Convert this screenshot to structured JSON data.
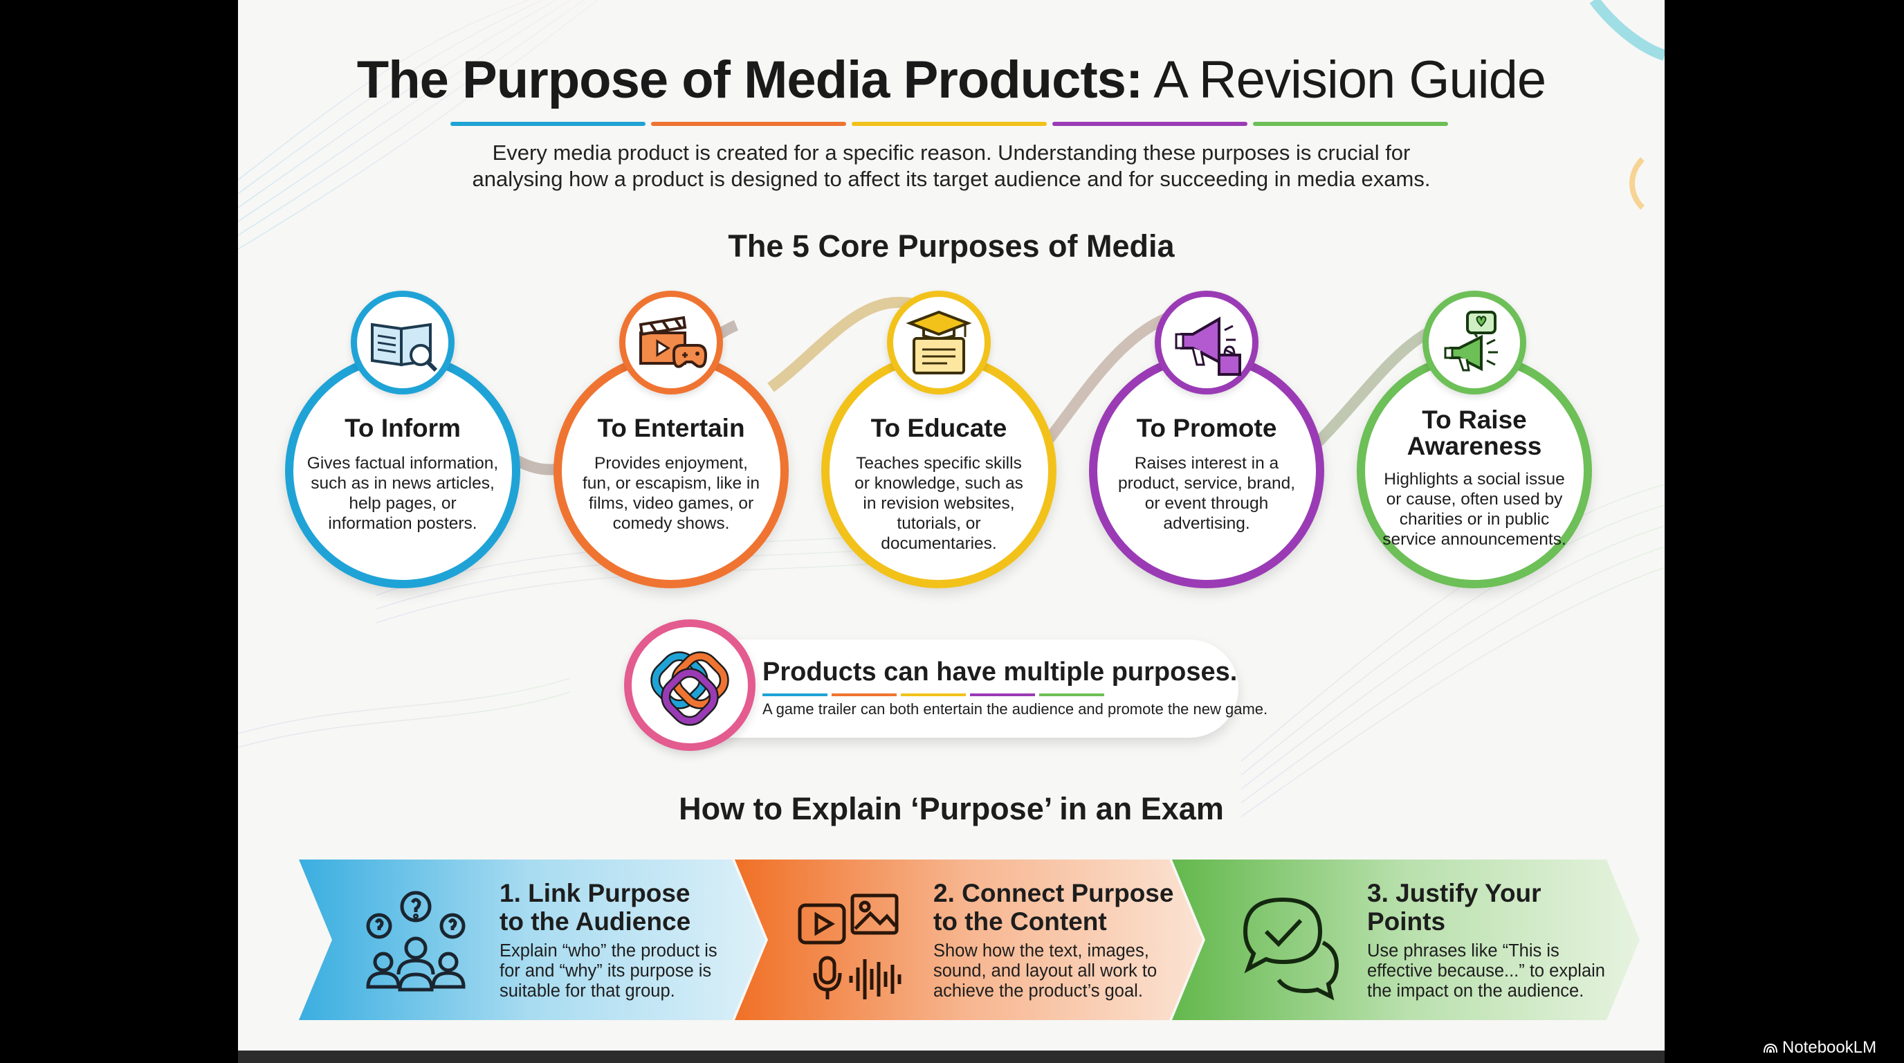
{
  "header": {
    "title_bold": "The Purpose of Media Products:",
    "title_light": "A Revision Guide",
    "intro_line1": "Every media product is created for a specific reason. Understanding these purposes is crucial for",
    "intro_line2": "analysing how a product is designed to affect its target audience and for succeeding in media exams."
  },
  "purposes_section": {
    "heading": "The 5 Core Purposes of Media",
    "items": [
      {
        "title": "To Inform",
        "icon": "open-book-magnifier-icon",
        "color": "#1fa3d6",
        "desc": [
          "Gives factual information,",
          "such as in news articles,",
          "help pages, or",
          "information posters."
        ]
      },
      {
        "title": "To Entertain",
        "icon": "clapperboard-gamepad-icon",
        "color": "#ef7432",
        "desc": [
          "Provides enjoyment,",
          "fun, or escapism, like in",
          "films, video games, or",
          "comedy shows."
        ]
      },
      {
        "title": "To Educate",
        "icon": "graduation-cap-screen-icon",
        "color": "#f2c21b",
        "desc": [
          "Teaches specific skills",
          "or knowledge, such as",
          "in revision websites,",
          "tutorials, or",
          "documentaries."
        ]
      },
      {
        "title": "To Promote",
        "icon": "megaphone-shopping-bag-icon",
        "color": "#9a3bb5",
        "desc": [
          "Raises interest in a",
          "product, service, brand,",
          "or event through",
          "advertising."
        ]
      },
      {
        "title_lines": [
          "To Raise",
          "Awareness"
        ],
        "icon": "megaphone-heart-icon",
        "color": "#6dbf57",
        "desc": [
          "Highlights a social issue",
          "or cause, often used by",
          "charities or in public",
          "service announcements."
        ]
      }
    ]
  },
  "multiple": {
    "title": "Products can have multiple purposes.",
    "desc": "A game trailer can both entertain the audience and promote the new game.",
    "icon": "interlocking-rings-icon"
  },
  "exam_section": {
    "heading": "How to Explain ‘Purpose’ in an Exam",
    "steps": [
      {
        "title_lines": [
          "1. Link Purpose",
          "to the Audience"
        ],
        "icon": "audience-question-icon",
        "color": "#3aaee0",
        "desc": [
          "Explain “who” the product is",
          "for and “why” its purpose is",
          "suitable for that group."
        ]
      },
      {
        "title_lines": [
          "2. Connect Purpose",
          "to the Content"
        ],
        "icon": "media-content-icon",
        "color": "#f17b3a",
        "desc": [
          "Show how the text, images,",
          "sound, and layout all work to",
          "achieve the product’s goal."
        ]
      },
      {
        "title_lines": [
          "3. Justify Your",
          "Points"
        ],
        "icon": "speech-bubble-check-icon",
        "color": "#6dbd55",
        "desc": [
          "Use phrases like “This is",
          "effective because...” to explain",
          "the impact on the audience."
        ]
      }
    ]
  },
  "watermark": "NotebookLM"
}
